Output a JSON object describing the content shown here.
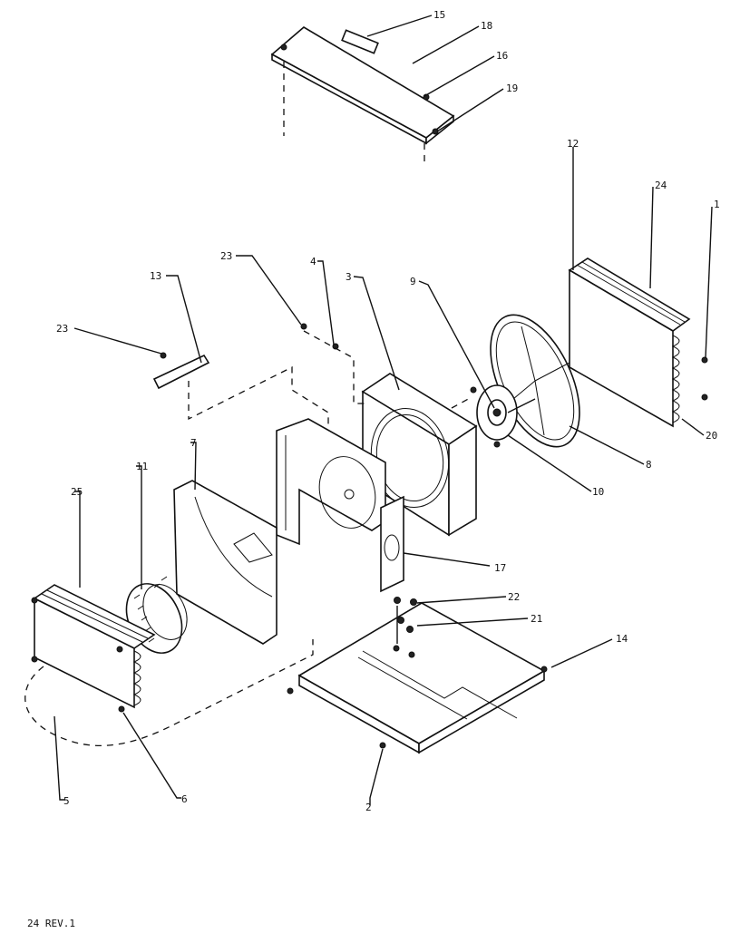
{
  "labels": {
    "l1": "1",
    "l2": "2",
    "l3": "3",
    "l4": "4",
    "l5": "5",
    "l6": "6",
    "l7": "7",
    "l8": "8",
    "l9": "9",
    "l10": "10",
    "l11": "11",
    "l12": "12",
    "l13": "13",
    "l14": "14",
    "l15": "15",
    "l16": "16",
    "l17": "17",
    "l18": "18",
    "l19": "19",
    "l20": "20",
    "l21": "21",
    "l22": "22",
    "l23a": "23",
    "l23b": "23",
    "l24": "24",
    "l25": "25"
  },
  "footer": "24 REV.1"
}
